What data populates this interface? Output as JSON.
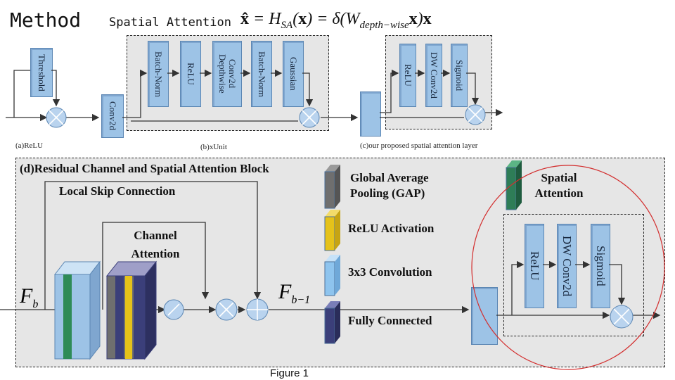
{
  "slide": {
    "title": "Method",
    "spatial_title": "Spatial Attention",
    "figure_caption": "Figure 1"
  },
  "top_row": {
    "relu_unit": {
      "block": "Threshold",
      "caption": "(a)ReLU"
    },
    "rcab_unit": {
      "conv": "Conv2d",
      "blocks": [
        "Batch-Norm",
        "ReLU",
        "Conv2d Depthwise",
        "Batch-Norm",
        "Gaussian"
      ],
      "caption": "(b)xUnit"
    },
    "sa_layer": {
      "blocks": [
        "ReLU",
        "DW Conv2d",
        "Sigmoid"
      ],
      "caption": "(c)our proposed spatial attention layer"
    }
  },
  "block_d": {
    "title": "(d)Residual Channel and Spatial Attention Block",
    "local_skip": "Local Skip Connection",
    "channel_attention": "Channel Attention",
    "input_label": "F",
    "input_sub": "b",
    "output_label": "F",
    "output_sub": "b−1",
    "legend": [
      {
        "text": "Global Average Pooling (GAP)",
        "color": "#6f6f6f"
      },
      {
        "text": "ReLU Activation",
        "color": "#e5c21a"
      },
      {
        "text": "3x3 Convolution",
        "color": "#8ec4ee"
      },
      {
        "text": "Fully Connected",
        "color": "#3b3f7a"
      }
    ],
    "spatial_attention": {
      "label": "Spatial Attention",
      "color": "#2e7d57",
      "blocks": [
        "ReLU",
        "DW Conv2d",
        "Sigmoid"
      ]
    }
  },
  "colors": {
    "block_blue": "#9dc3e6",
    "panel_gray": "#e6e6e6",
    "circle_red": "#d32f2f",
    "node_blue": "#b9d3ee"
  }
}
